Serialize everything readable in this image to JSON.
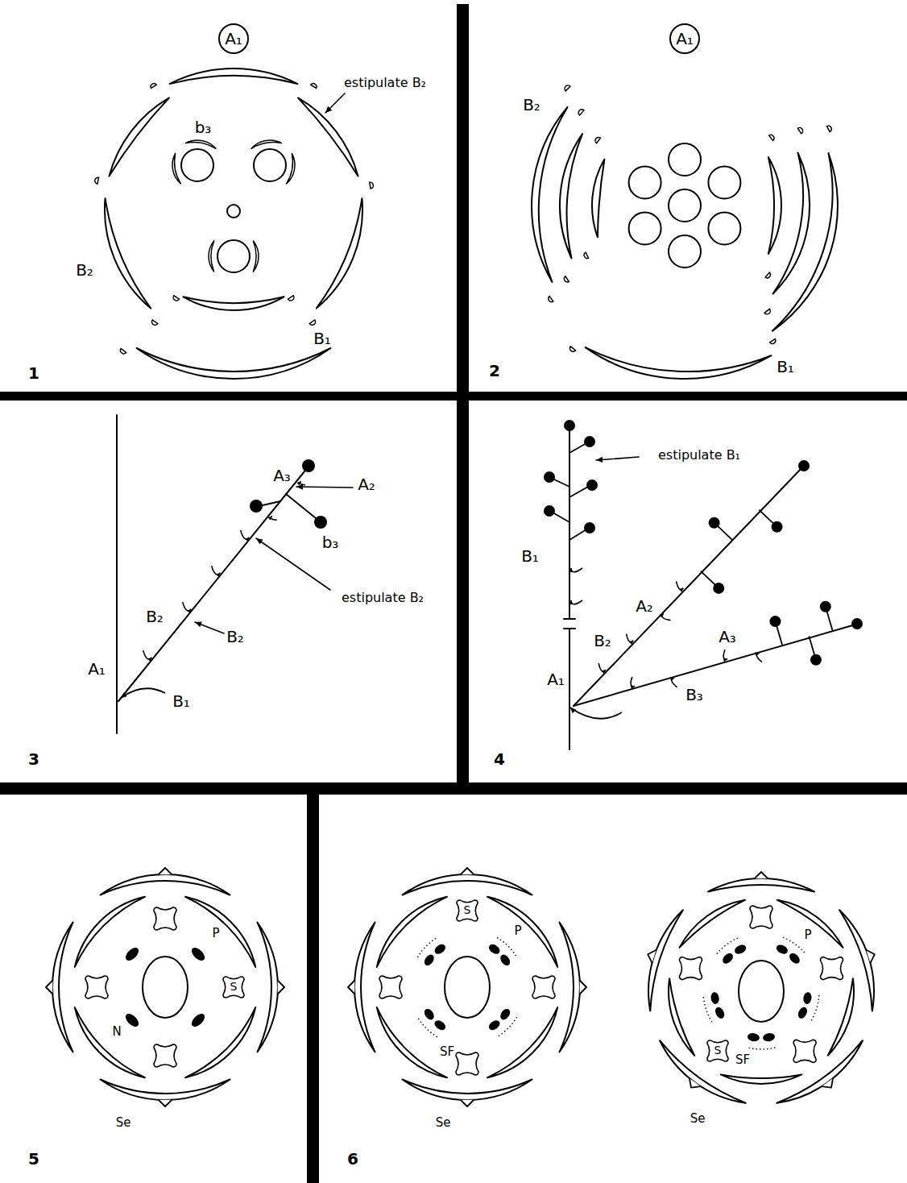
{
  "diagram": {
    "nodes": [
      {
        "text": [
          "A₁"
        ]
      },
      {
        "text": [
          "A₁"
        ]
      },
      {
        "text": [
          "S"
        ]
      },
      {
        "text": [
          "S"
        ]
      },
      {
        "text": [
          "S"
        ]
      }
    ],
    "labels": [
      "estipulate B₂",
      "b₃",
      "B₂",
      "B₁",
      "1",
      "B₂",
      "B₁",
      "2",
      "A₃",
      "A₂",
      "b₃",
      "estipulate B₂",
      "B₂",
      "B₂",
      "A₁",
      "B₁",
      "3",
      "estipulate B₁",
      "B₁",
      "A₂",
      "B₂",
      "A₃",
      "A₁",
      "B₃",
      "4",
      "P",
      "N",
      "Se",
      "5",
      "P",
      "SF",
      "Se",
      "P",
      "SF",
      "Se",
      "6"
    ]
  }
}
